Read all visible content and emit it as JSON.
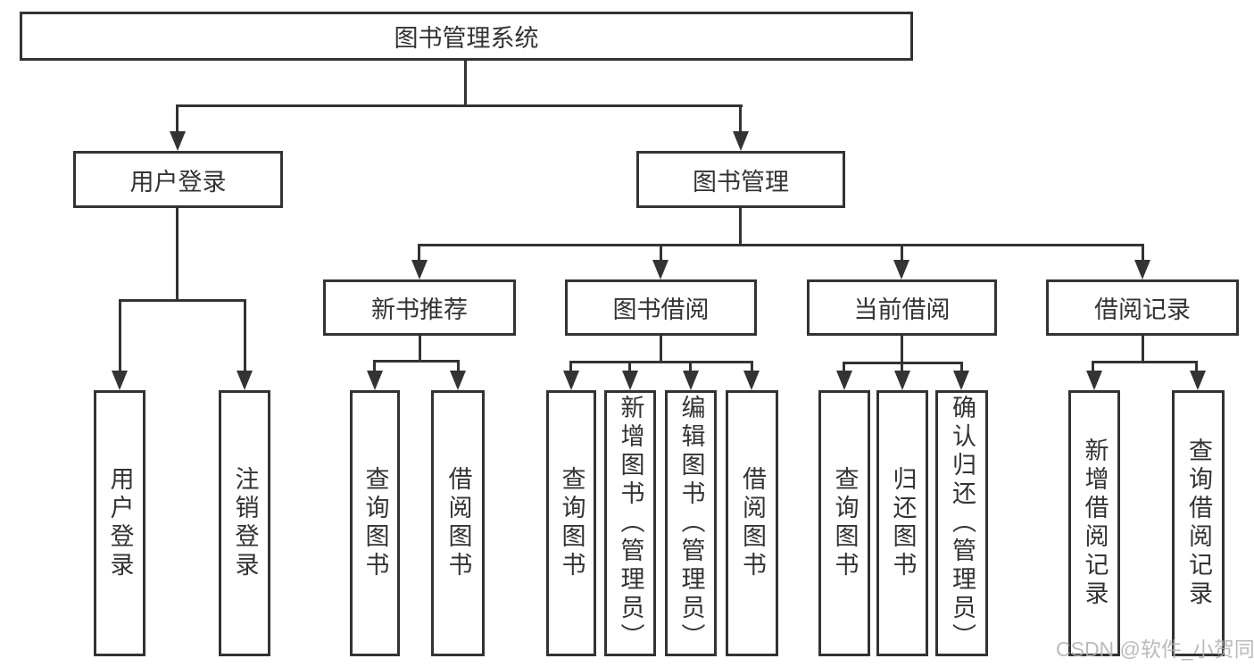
{
  "tree": {
    "root": {
      "label": "图书管理系统"
    },
    "branches": [
      {
        "label": "用户登录",
        "leaves": [
          {
            "label": "用户登录"
          },
          {
            "label": "注销登录"
          }
        ]
      },
      {
        "label": "图书管理",
        "groups": [
          {
            "label": "新书推荐",
            "leaves": [
              {
                "label": "查询图书"
              },
              {
                "label": "借阅图书"
              }
            ]
          },
          {
            "label": "图书借阅",
            "leaves": [
              {
                "label": "查询图书"
              },
              {
                "label": "新增图书（管理员）"
              },
              {
                "label": "编辑图书（管理员）"
              },
              {
                "label": "借阅图书"
              }
            ]
          },
          {
            "label": "当前借阅",
            "leaves": [
              {
                "label": "查询图书"
              },
              {
                "label": "归还图书"
              },
              {
                "label": "确认归还（管理员）"
              }
            ]
          },
          {
            "label": "借阅记录",
            "leaves": [
              {
                "label": "新增借阅记录"
              },
              {
                "label": "查询借阅记录"
              }
            ]
          }
        ]
      }
    ]
  },
  "watermark": {
    "text": "CSDN @软件_小贺同学"
  },
  "colors": {
    "line": "#333333",
    "text": "#333333",
    "box_background": "#ffffff",
    "page_background": "#ffffff",
    "watermark_color": "#b0b0b0"
  }
}
